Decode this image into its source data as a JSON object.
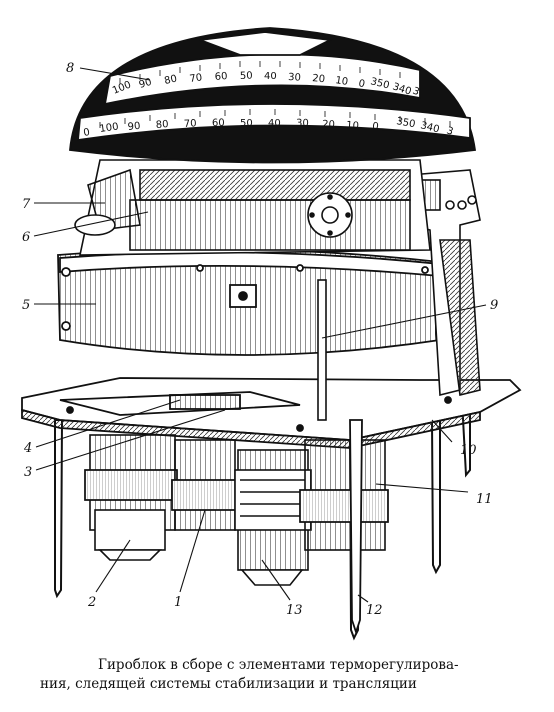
{
  "callouts": [
    "1",
    "2",
    "3",
    "4",
    "5",
    "6",
    "7",
    "8",
    "9",
    "10",
    "11",
    "12",
    "13"
  ],
  "dial_upper": [
    "100",
    "90",
    "80",
    "70",
    "60",
    "50",
    "40",
    "30",
    "20",
    "10",
    "0",
    "350",
    "340",
    "3"
  ],
  "dial_lower": [
    "0",
    "100",
    "90",
    "80",
    "70",
    "60",
    "50",
    "40",
    "30",
    "20",
    "10",
    "0",
    "350",
    "340",
    "3"
  ],
  "caption": {
    "line1": "Гироблок в сборе с элементами терморегулирова-",
    "line2": "ния, следящей системы стабилизации и трансляции"
  }
}
